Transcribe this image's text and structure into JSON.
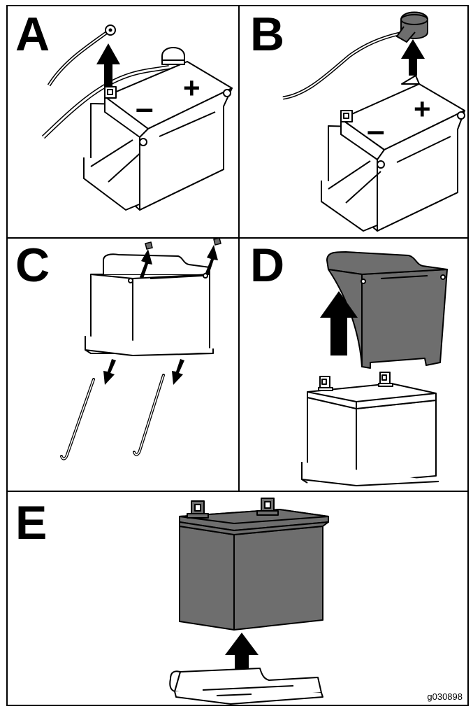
{
  "panels": {
    "a": {
      "label": "A",
      "plus": "+",
      "minus": "–"
    },
    "b": {
      "label": "B",
      "plus": "+",
      "minus": "–"
    },
    "c": {
      "label": "C"
    },
    "d": {
      "label": "D"
    },
    "e": {
      "label": "E"
    }
  },
  "figure_code": "g030898",
  "colors": {
    "line": "#000000",
    "panel_fill": "#ffffff",
    "battery_gray": "#6e6e6e",
    "cover_gray": "#707070"
  }
}
